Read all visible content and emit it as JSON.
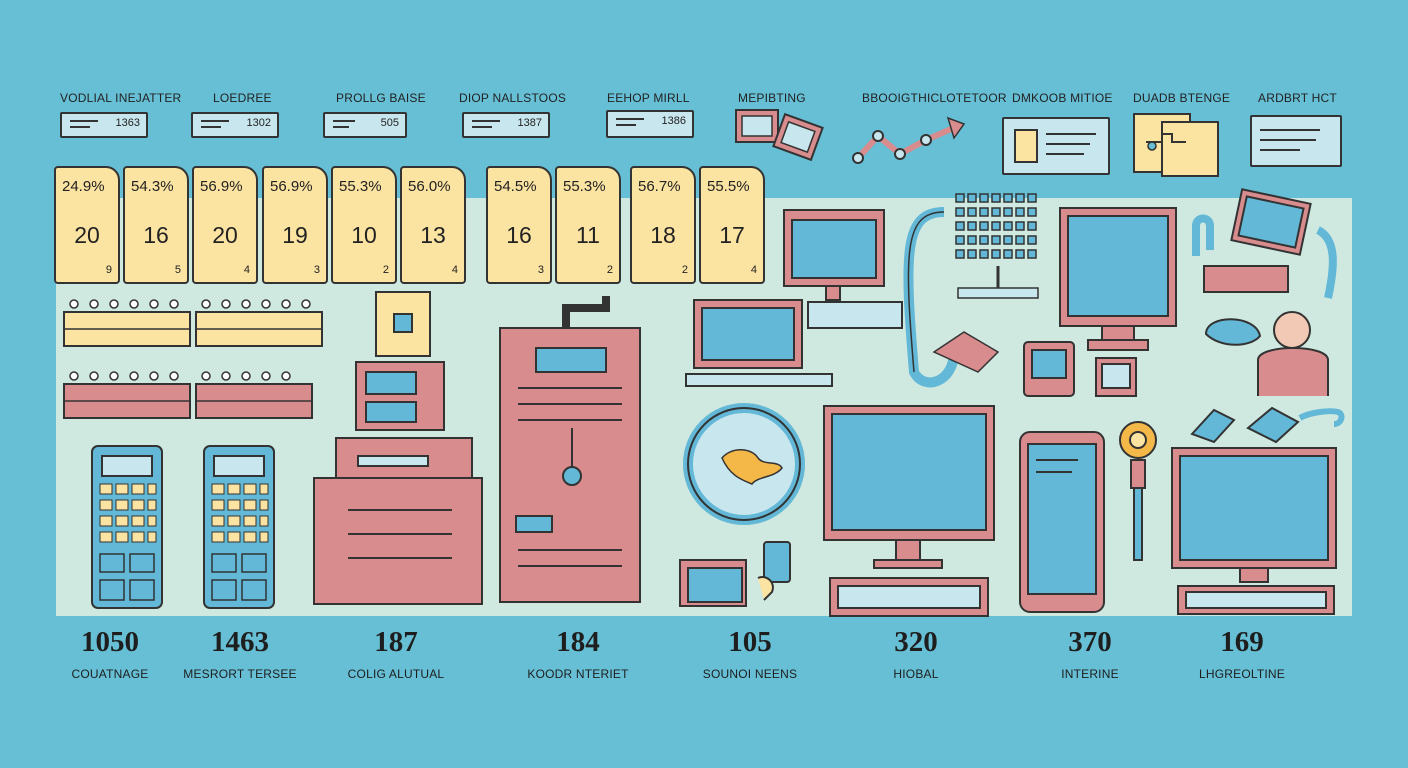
{
  "top_labels": [
    {
      "text": "VODLIAL INEJATTER",
      "bubble": "1363"
    },
    {
      "text": "LOEDREE",
      "bubble": "1302"
    },
    {
      "text": "PROLLG BAISE",
      "bubble": "505"
    },
    {
      "text": "DIOP NALLSTOOS",
      "bubble": "1387"
    },
    {
      "text": "EEHOP MIRLL",
      "bubble": "1386"
    },
    {
      "text": "MEPIBTING",
      "bubble": ""
    },
    {
      "text": "BBOOIGTHICLOTETOOR",
      "bubble": ""
    },
    {
      "text": "DMKOOB MITIOE",
      "bubble": ""
    },
    {
      "text": "DUADB BTENGE",
      "bubble": ""
    },
    {
      "text": "ARDBRT HCT",
      "bubble": ""
    }
  ],
  "cards": [
    {
      "pct": "24.9%",
      "big": "20",
      "small": "9"
    },
    {
      "pct": "54.3%",
      "big": "16",
      "small": "5"
    },
    {
      "pct": "56.9%",
      "big": "20",
      "small": "4"
    },
    {
      "pct": "56.9%",
      "big": "19",
      "small": "3"
    },
    {
      "pct": "55.3%",
      "big": "10",
      "small": "2"
    },
    {
      "pct": "56.0%",
      "big": "13",
      "small": "4"
    },
    {
      "pct": "54.5%",
      "big": "16",
      "small": "3"
    },
    {
      "pct": "55.3%",
      "big": "11",
      "small": "2"
    },
    {
      "pct": "56.7%",
      "big": "18",
      "small": "2"
    },
    {
      "pct": "55.5%",
      "big": "17",
      "small": "4"
    }
  ],
  "stats": [
    {
      "value": "1050",
      "caption": "COUATNAGE"
    },
    {
      "value": "1463",
      "caption": "MESRORT TERSEE"
    },
    {
      "value": "187",
      "caption": "COLIG ALUTUAL"
    },
    {
      "value": "184",
      "caption": "KOODR NTERIET"
    },
    {
      "value": "105",
      "caption": "SOUNOI NEENS"
    },
    {
      "value": "320",
      "caption": "HIOBAL"
    },
    {
      "value": "370",
      "caption": "INTERINE"
    },
    {
      "value": "169",
      "caption": "LHGREOLTINE"
    }
  ],
  "colors": {
    "background": "#66bfd5",
    "panel": "#cfe9e1",
    "card": "#fbe3a2",
    "pink": "#d88c8e",
    "screen": "#62b8d6",
    "outline": "#333333"
  }
}
